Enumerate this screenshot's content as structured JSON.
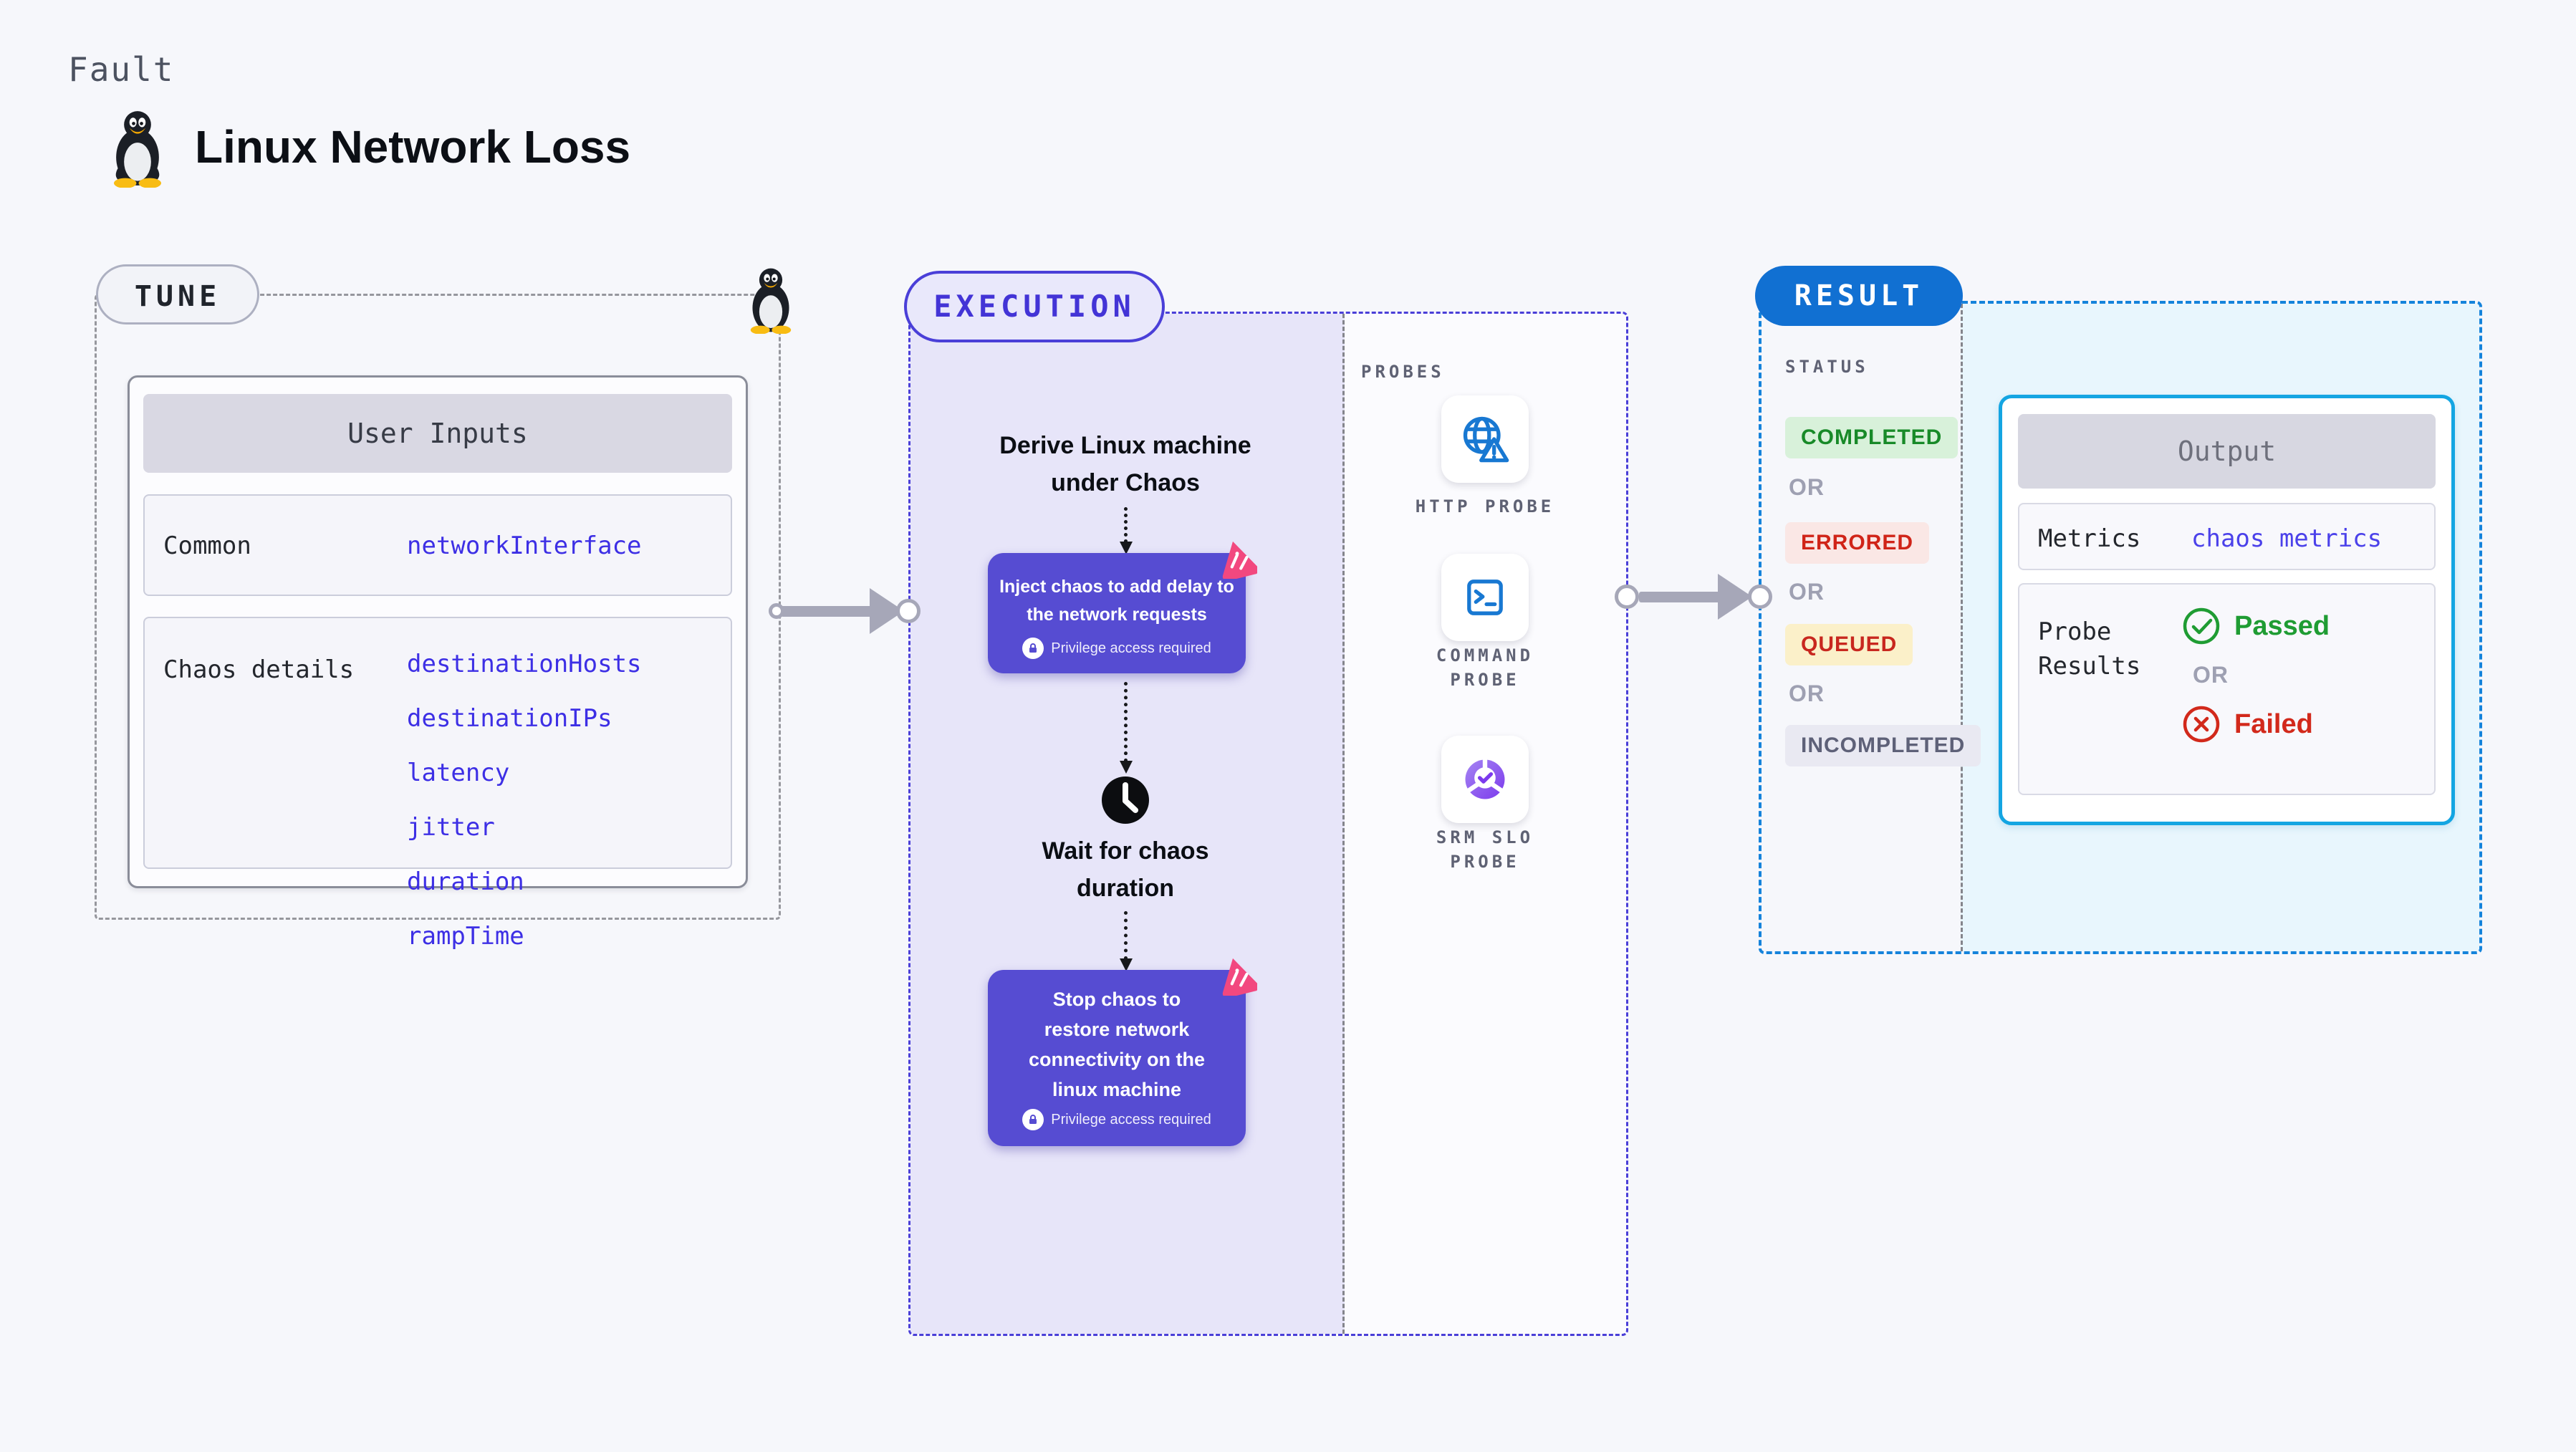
{
  "header": {
    "kicker": "Fault",
    "title": "Linux Network Loss"
  },
  "tune": {
    "badge": "TUNE",
    "table_title": "User Inputs",
    "rows": [
      {
        "label": "Common",
        "values": [
          "networkInterface"
        ]
      },
      {
        "label": "Chaos details",
        "values": [
          "destinationHosts",
          "destinationIPs",
          "latency",
          "jitter",
          "duration",
          "rampTime"
        ]
      }
    ]
  },
  "execution": {
    "badge": "EXECUTION",
    "derive_line1": "Derive Linux machine",
    "derive_line2": "under Chaos",
    "inject_line1": "Inject chaos to add delay to",
    "inject_line2": "the network requests",
    "wait_line1": "Wait for chaos",
    "wait_line2": "duration",
    "stop_line1": "Stop chaos to",
    "stop_line2": "restore network",
    "stop_line3": "connectivity on the",
    "stop_line4": "linux machine",
    "privilege_label": "Privilege access required"
  },
  "probes": {
    "title": "PROBES",
    "items": [
      {
        "label": "HTTP PROBE",
        "icon": "globe-alert-icon"
      },
      {
        "label": "COMMAND PROBE",
        "icon": "terminal-icon"
      },
      {
        "label": "SRM SLO PROBE",
        "icon": "slo-gauge-icon"
      }
    ]
  },
  "result": {
    "badge": "RESULT",
    "status_title": "STATUS",
    "or_label": "OR",
    "statuses": [
      {
        "label": "COMPLETED",
        "text_color": "#188A28",
        "bg": "#D8F1DA"
      },
      {
        "label": "ERRORED",
        "text_color": "#D02418",
        "bg": "#FAE7E5"
      },
      {
        "label": "QUEUED",
        "text_color": "#C8271E",
        "bg": "#FBF0C9"
      },
      {
        "label": "INCOMPLETED",
        "text_color": "#5E6178",
        "bg": "#E9E9F2"
      }
    ],
    "output": {
      "title": "Output",
      "metrics_label": "Metrics",
      "metrics_value": "chaos metrics",
      "probe_results_label": "Probe Results",
      "passed_label": "Passed",
      "failed_label": "Failed"
    }
  },
  "colors": {
    "page_bg": "#F6F7FB",
    "accent_indigo": "#4A3FD8",
    "node_purple": "#564CD2",
    "chaos_pink": "#F2487F",
    "result_blue": "#1170D2",
    "result_dash_blue": "#1583DB",
    "output_border_cyan": "#14A5E2",
    "code_blue": "#3D2FE5",
    "probe_icon_blue": "#1878D2",
    "srm_icon_purple": "#7C3AED",
    "passed_green": "#1F9C33",
    "failed_red": "#D2291B",
    "arrow_gray": "#A6A7B8"
  }
}
